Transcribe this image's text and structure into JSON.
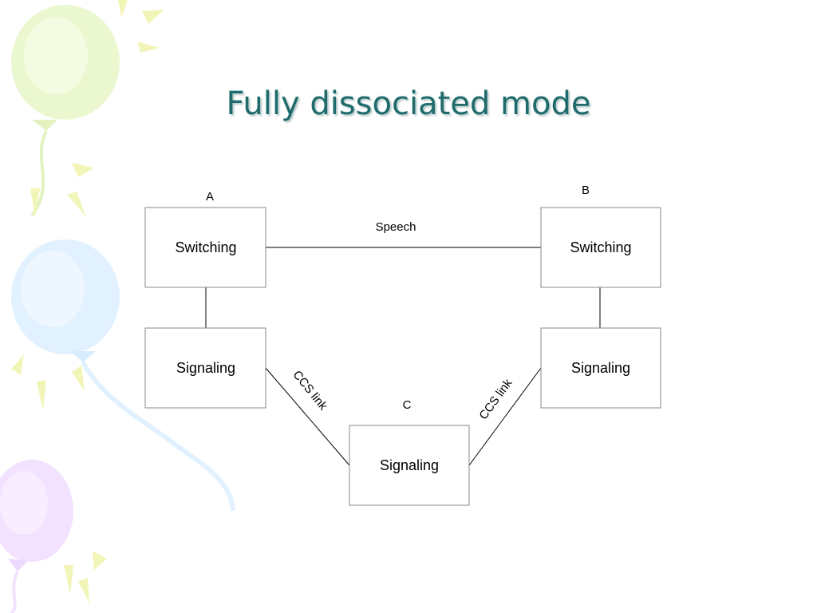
{
  "slide": {
    "title": "Fully dissociated mode"
  },
  "diagram": {
    "labels": {
      "a": "A",
      "b": "B",
      "c": "C",
      "speech": "Speech",
      "ccs_left": "CCS link",
      "ccs_right": "CCS link"
    },
    "nodes": {
      "switching_a": "Switching",
      "signaling_a": "Signaling",
      "switching_b": "Switching",
      "signaling_b": "Signaling",
      "signaling_c": "Signaling"
    }
  },
  "colors": {
    "title": "#1f6b6b",
    "balloon_green": "#e8f6c8",
    "balloon_blue": "#dcefff",
    "balloon_purple": "#f0dcff",
    "ray_yellow": "#f2f5b8"
  }
}
